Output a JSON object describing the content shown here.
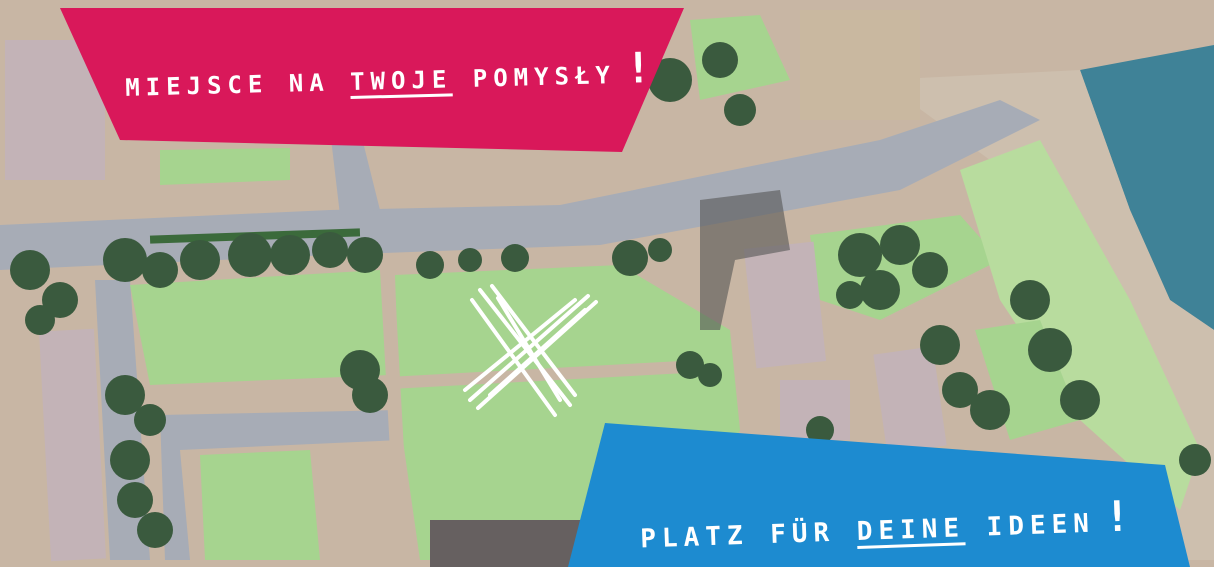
{
  "banner_top": {
    "text_before": "MIEJSCE NA ",
    "emphasis": "TWOJE",
    "text_after": " POMYSŁY",
    "exclamation": "!",
    "color": "#d9185a"
  },
  "banner_bottom": {
    "text_before": "PLATZ FÜR ",
    "emphasis": "DEINE",
    "text_after": " IDEEN",
    "exclamation": "!",
    "color": "#1d8bd0"
  },
  "map": {
    "colors": {
      "ground": "#c8b6a4",
      "road": "#a7acb6",
      "grass": "#a6d48f",
      "building": "#c3b3b7",
      "water": "#3f8297",
      "tree": "#3a5a3e"
    },
    "marker_icon": "x-mark-icon"
  }
}
